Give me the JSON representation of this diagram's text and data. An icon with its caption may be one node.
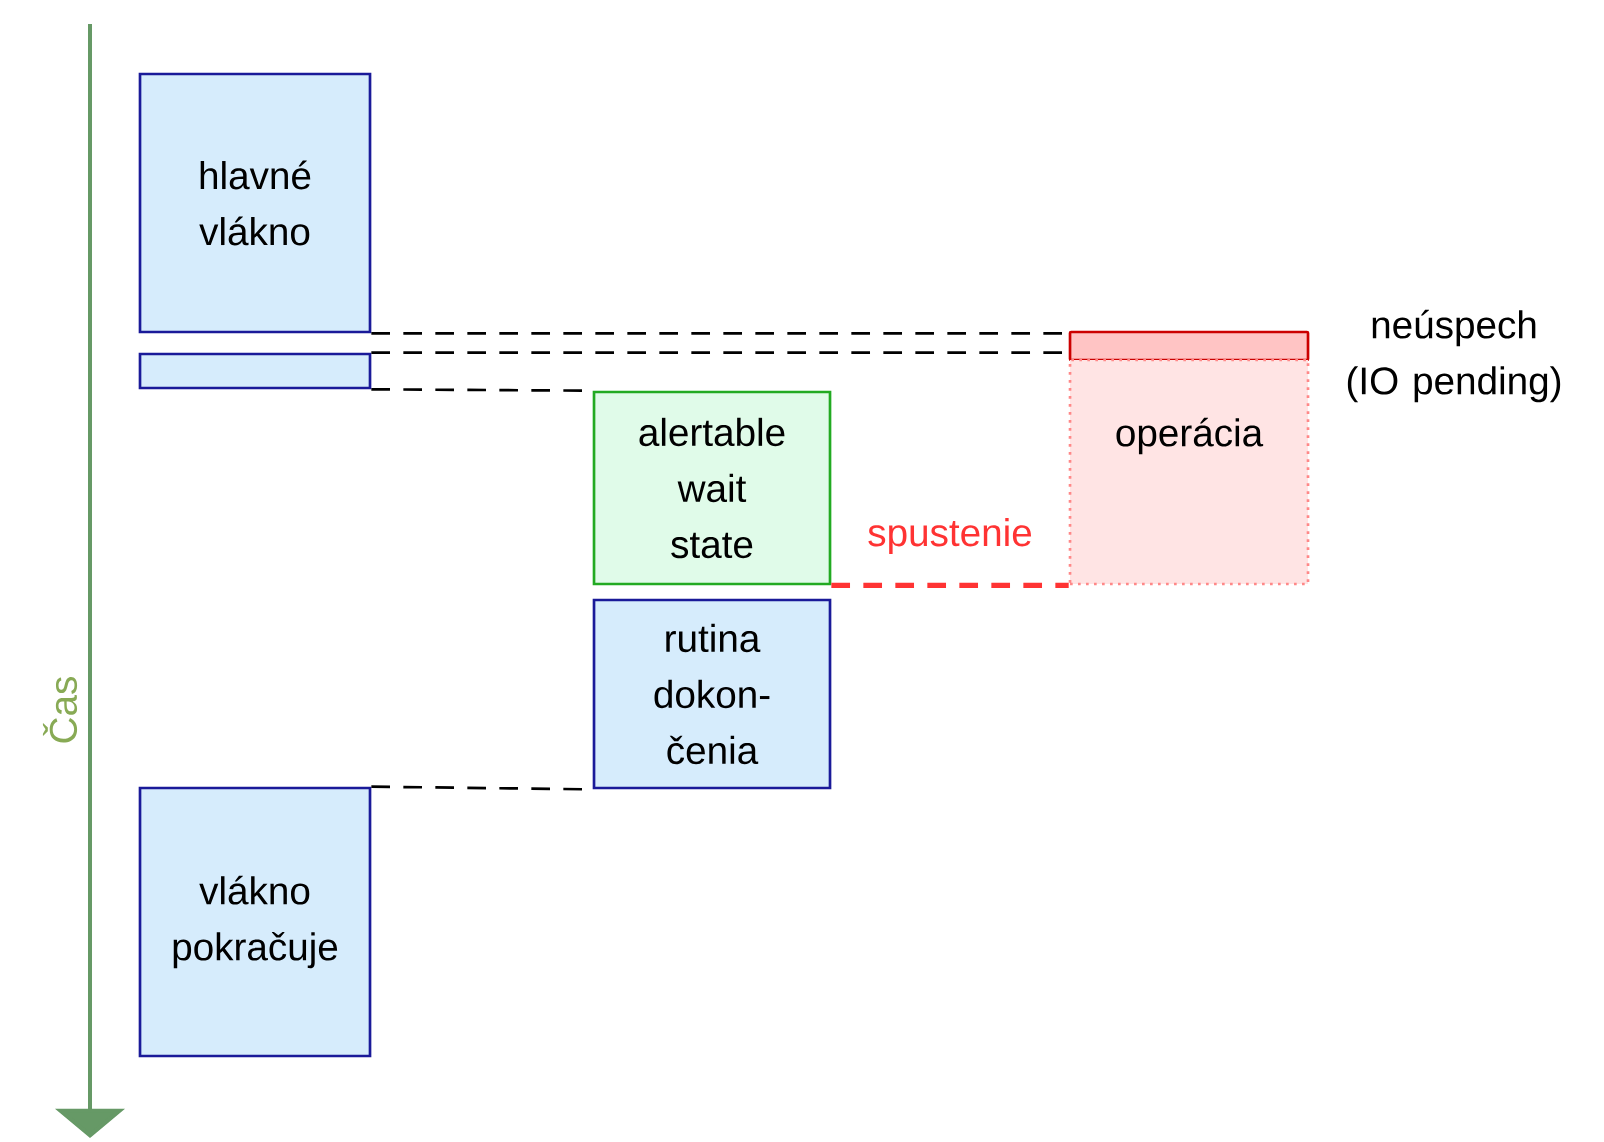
{
  "diagram": {
    "nodes": [
      {
        "text": [
          "hlavné vlákno"
        ]
      },
      {
        "text": [],
        "shape": "box"
      },
      {
        "text": [],
        "shape": "bar",
        "beside": [
          "neúspech (IO pending)"
        ]
      },
      {
        "text": [
          "operácia"
        ]
      },
      {
        "text": [
          "alertable wait state"
        ]
      },
      {
        "text": [
          "rutina dokon- čenia"
        ]
      },
      {
        "text": [
          "vlákno pokračuje"
        ]
      }
    ],
    "edges": [
      {
        "from": 0,
        "to": 2,
        "arrow": "none",
        "style": "dashed"
      },
      {
        "from": 1,
        "to": 2,
        "arrow": "none",
        "style": "dashed"
      },
      {
        "from": 1,
        "to": 4,
        "arrow": "none",
        "style": "dashed"
      },
      {
        "from": 4,
        "to": 3,
        "arrow": "none",
        "style": "dashed",
        "color": "#ff3333",
        "label": "spustenie"
      },
      {
        "from": 6,
        "to": 5,
        "arrow": "none",
        "style": "dashed"
      }
    ],
    "labels": [
      "Čas"
    ]
  }
}
